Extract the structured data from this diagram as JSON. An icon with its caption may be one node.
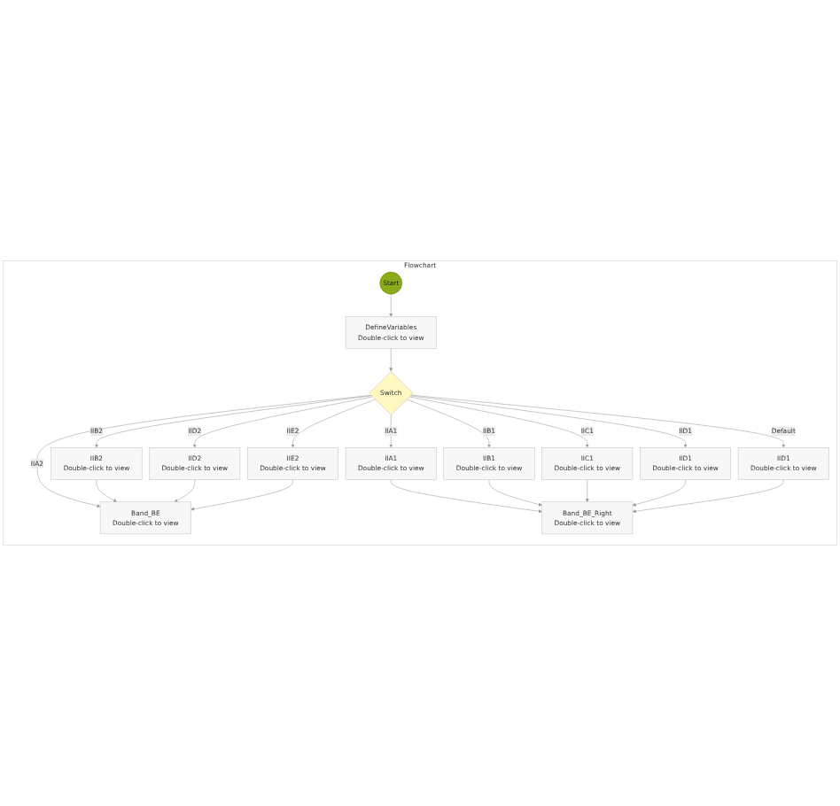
{
  "diagram": {
    "nodes": [
      {
        "text": [
          "Flowchart"
        ]
      },
      {
        "text": [
          "DefineVariables",
          "Double-click to view"
        ],
        "in": 0
      },
      {
        "text": [
          "Start"
        ],
        "in": 0
      },
      {
        "text": [
          "Switch"
        ],
        "in": 0
      },
      {
        "text": [
          "IIB2",
          "Double-click to view"
        ],
        "in": 0
      },
      {
        "text": [
          "IID2",
          "Double-click to view"
        ],
        "in": 0
      },
      {
        "text": [
          "IIE2",
          "Double-click to view"
        ],
        "in": 0
      },
      {
        "text": [
          "Band_BE",
          "Double-click to view"
        ],
        "in": 0
      },
      {
        "text": [
          "IIA1",
          "Double-click to view"
        ],
        "in": 0
      },
      {
        "text": [
          "IIB1",
          "Double-click to view"
        ],
        "in": 0
      },
      {
        "text": [
          "IIC1",
          "Double-click to view"
        ],
        "in": 0
      },
      {
        "text": [
          "IID1",
          "Double-click to view"
        ],
        "in": 0
      },
      {
        "text": [
          "IID1",
          "Double-click to view"
        ],
        "in": 0
      },
      {
        "text": [
          "Band_BE_Right",
          "Double-click to view"
        ],
        "in": 0
      }
    ],
    "edges": [
      {
        "from": 2,
        "to": 1,
        "arrow": "to"
      },
      {
        "from": 1,
        "to": 3,
        "arrow": "to"
      },
      {
        "from": 3,
        "to": 4,
        "label": "IIB2",
        "arrow": "to"
      },
      {
        "from": 3,
        "to": 5,
        "label": "IID2",
        "arrow": "to"
      },
      {
        "from": 3,
        "to": 6,
        "label": "IIE2",
        "arrow": "to"
      },
      {
        "from": 3,
        "to": 9,
        "label": "IIB1",
        "arrow": "to"
      },
      {
        "from": 3,
        "to": 7,
        "label": "IIA2",
        "arrow": "to"
      },
      {
        "from": 3,
        "to": 11,
        "label": "IID1",
        "arrow": "to"
      },
      {
        "from": 3,
        "to": 10,
        "label": "IIC1",
        "arrow": "to"
      },
      {
        "from": 3,
        "to": 12,
        "label": "Default",
        "arrow": "to"
      },
      {
        "from": 3,
        "to": 8,
        "label": "IIA1",
        "arrow": "to"
      },
      {
        "from": 4,
        "to": 7,
        "arrow": "to"
      },
      {
        "from": 5,
        "to": 7,
        "arrow": "to"
      },
      {
        "from": 6,
        "to": 7,
        "arrow": "to"
      },
      {
        "from": 8,
        "to": 13,
        "arrow": "to"
      },
      {
        "from": 9,
        "to": 13,
        "arrow": "to"
      },
      {
        "from": 10,
        "to": 13,
        "arrow": "to"
      },
      {
        "from": 11,
        "to": 13,
        "arrow": "to"
      },
      {
        "from": 12,
        "to": 13,
        "arrow": "to"
      }
    ]
  }
}
